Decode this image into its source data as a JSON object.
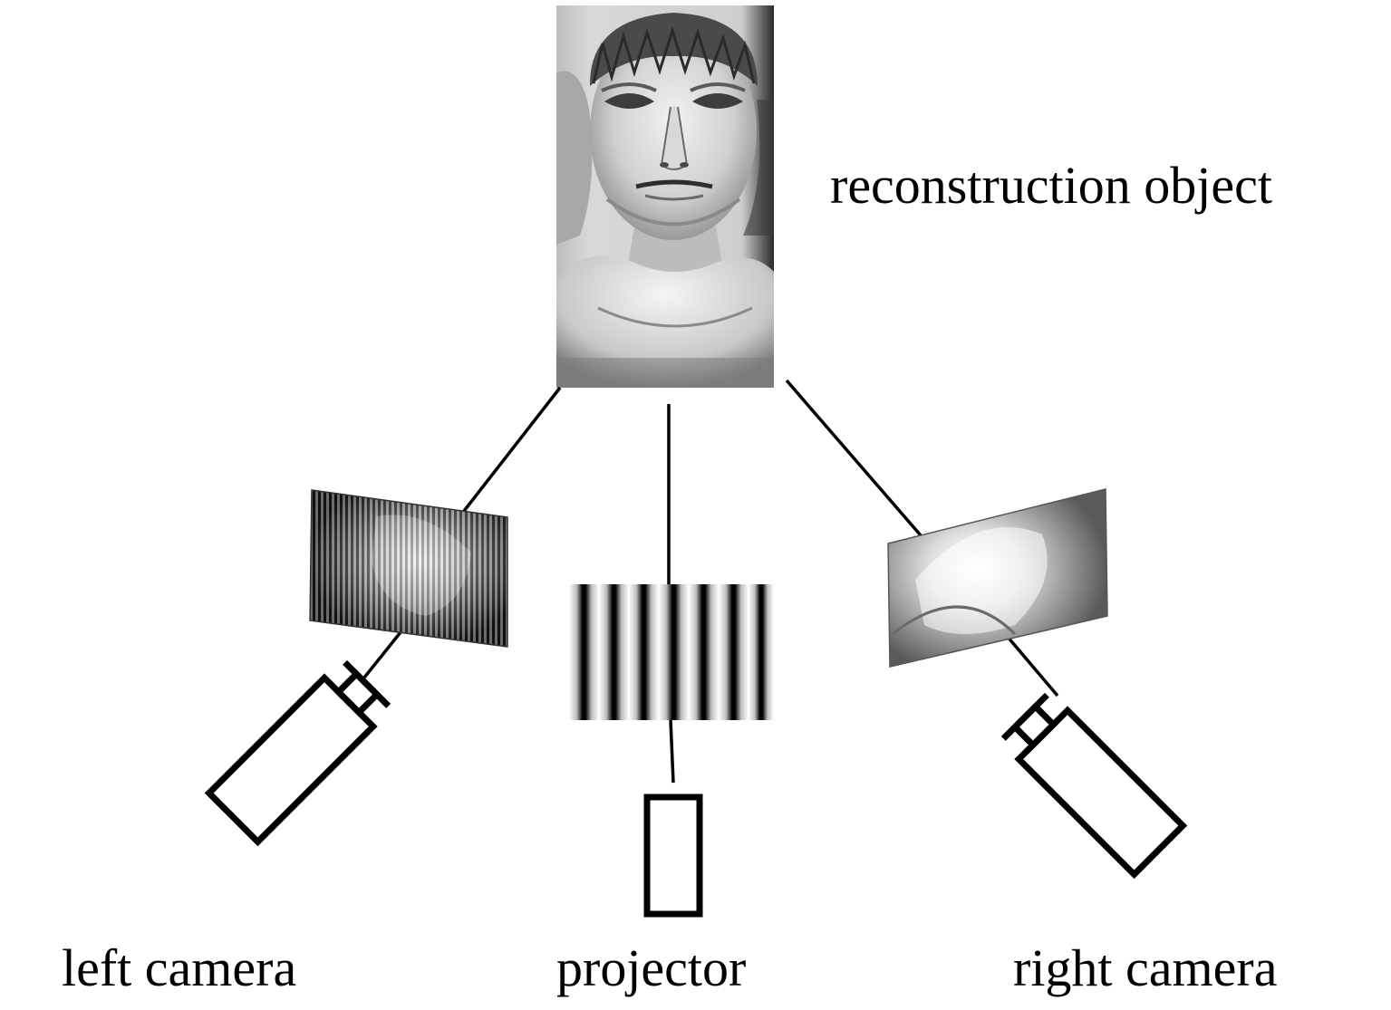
{
  "labels": {
    "reconstruction_object": "reconstruction object",
    "left_camera": "left camera",
    "projector": "projector",
    "right_camera": "right camera"
  },
  "colors": {
    "ink": "#000000",
    "background": "#ffffff"
  },
  "icons": {
    "object": "bust-sculpture-photo",
    "left_capture": "fringe-captured-image",
    "right_capture": "fringe-captured-image",
    "pattern": "vertical-fringe-pattern",
    "left_device": "camera-icon",
    "right_device": "camera-icon",
    "projector_device": "projector-icon"
  }
}
